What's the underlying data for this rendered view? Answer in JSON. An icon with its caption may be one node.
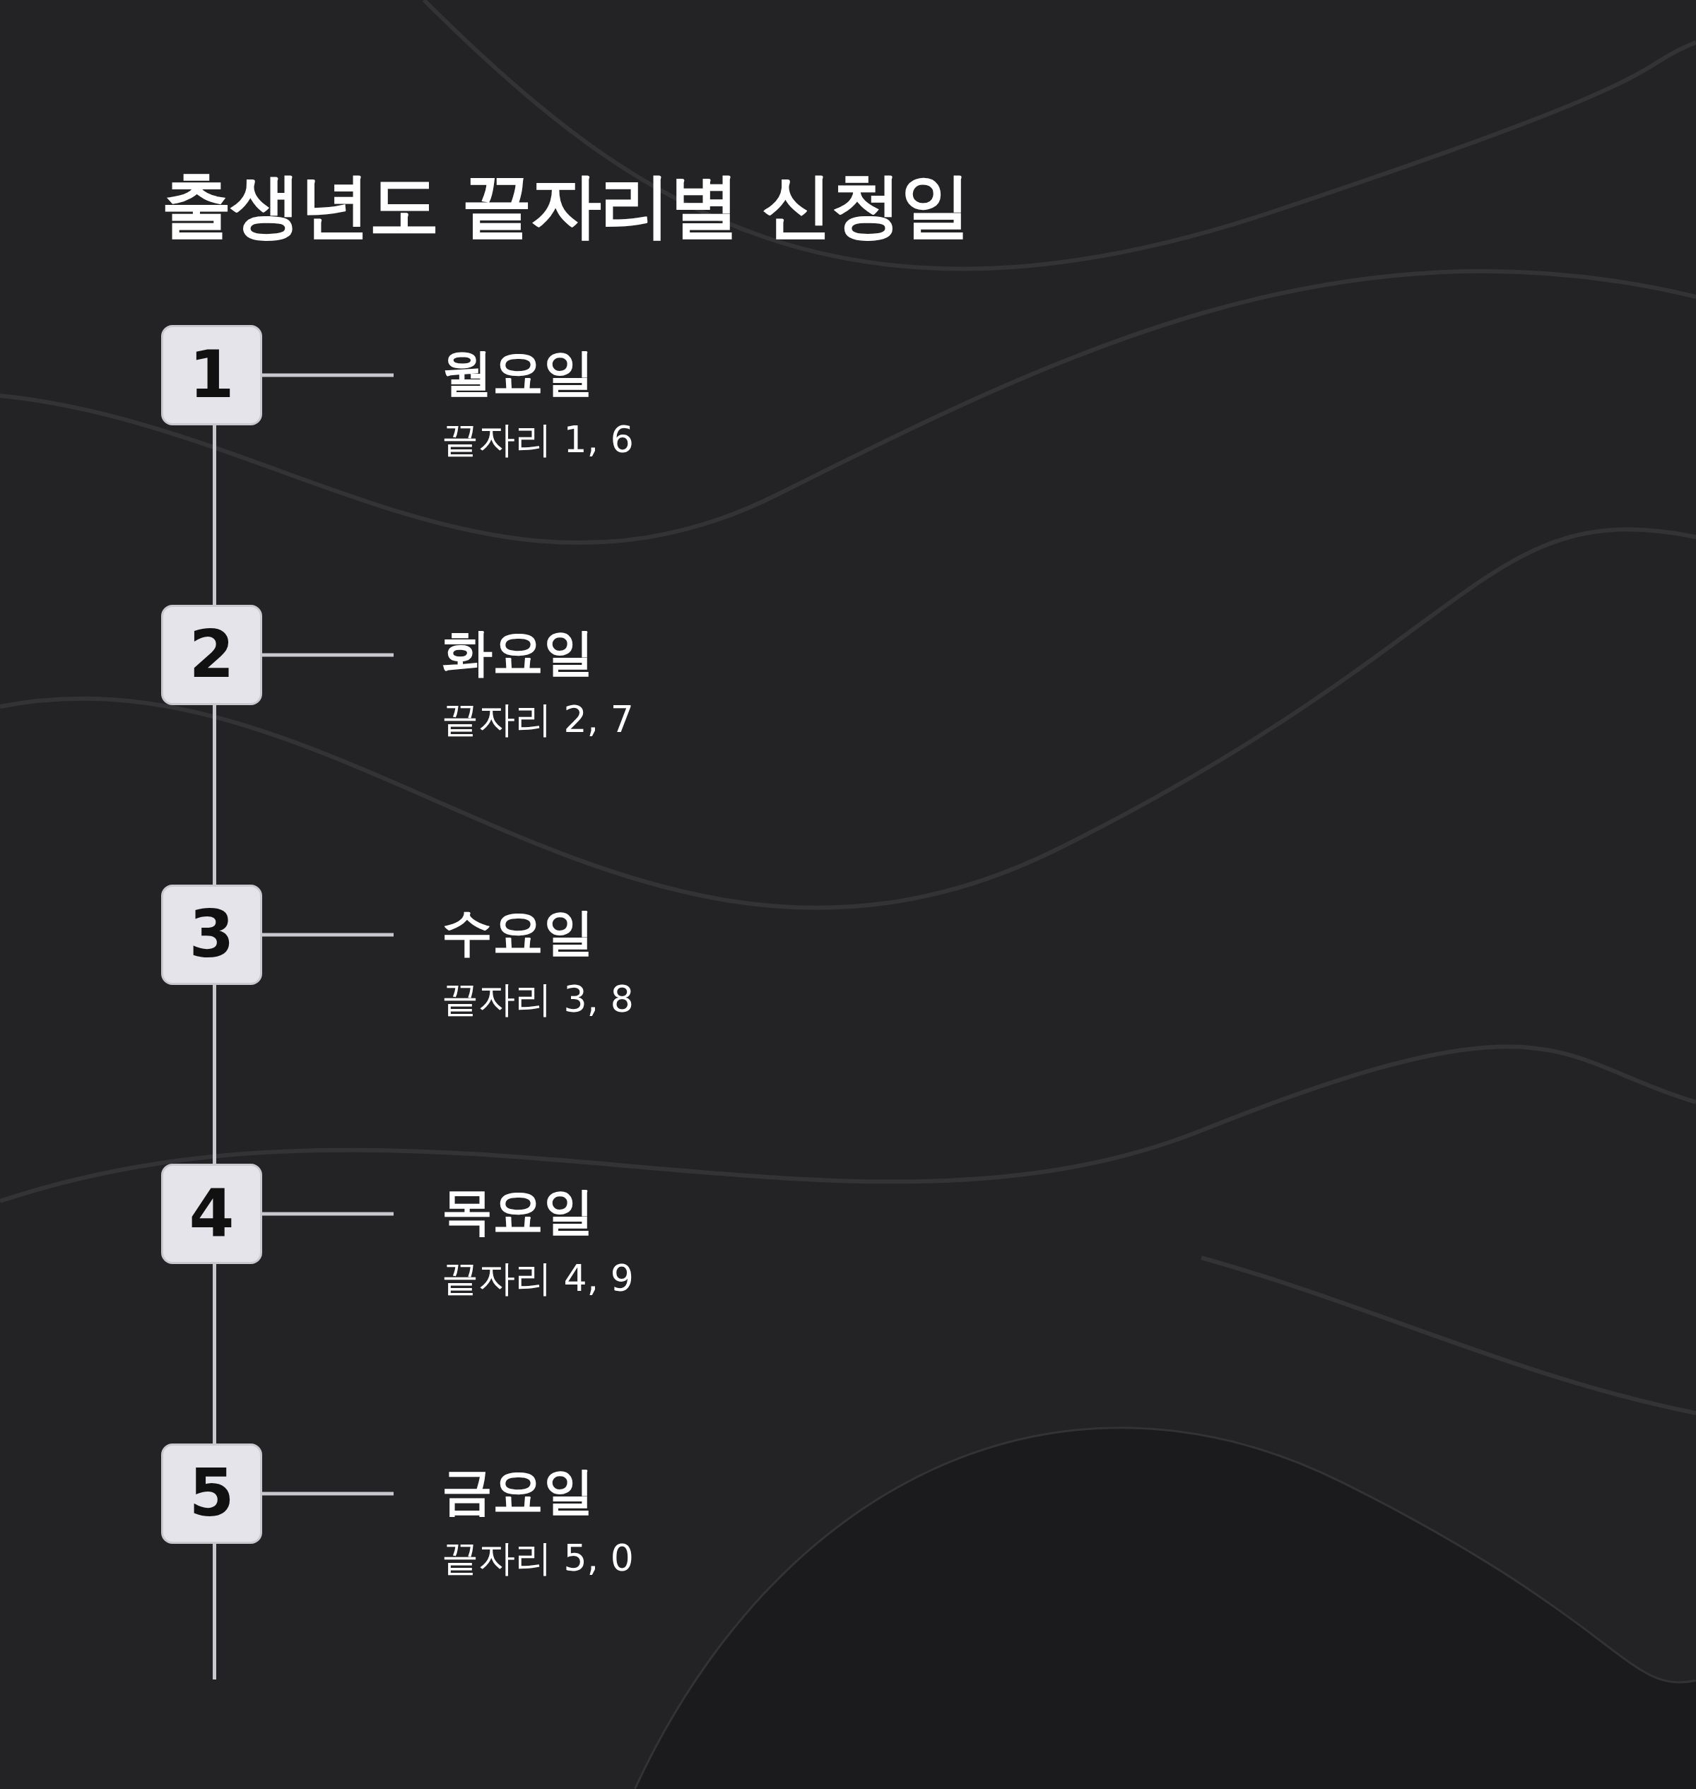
{
  "diagram": {
    "title": "출생년도 끝자리별 신청일",
    "nodes": [
      {
        "text": [
          "1"
        ]
      },
      {
        "text": [
          "월요일",
          "끝자리 1, 6"
        ]
      },
      {
        "text": [
          "2"
        ]
      },
      {
        "text": [
          "화요일",
          "끝자리 2, 7"
        ]
      },
      {
        "text": [
          "3"
        ]
      },
      {
        "text": [
          "수요일",
          "끝자리 3, 8"
        ]
      },
      {
        "text": [
          "4"
        ]
      },
      {
        "text": [
          "목요일",
          "끝자리 4, 9"
        ]
      },
      {
        "text": [
          "5"
        ]
      },
      {
        "text": [
          "금요일",
          "끝자리 5, 0"
        ]
      }
    ],
    "edges": [
      {
        "from": 0,
        "to": 1,
        "arrow": "none"
      },
      {
        "from": 0,
        "to": 2,
        "arrow": "none"
      },
      {
        "from": 2,
        "to": 3,
        "arrow": "none"
      },
      {
        "from": 2,
        "to": 4,
        "arrow": "none"
      },
      {
        "from": 4,
        "to": 5,
        "arrow": "none"
      },
      {
        "from": 4,
        "to": 6,
        "arrow": "none"
      },
      {
        "from": 6,
        "to": 7,
        "arrow": "none"
      },
      {
        "from": 6,
        "to": 8,
        "arrow": "none"
      },
      {
        "from": 8,
        "to": 9,
        "arrow": "none"
      },
      {
        "from": 8,
        "to": null,
        "arrow": "none"
      }
    ]
  }
}
